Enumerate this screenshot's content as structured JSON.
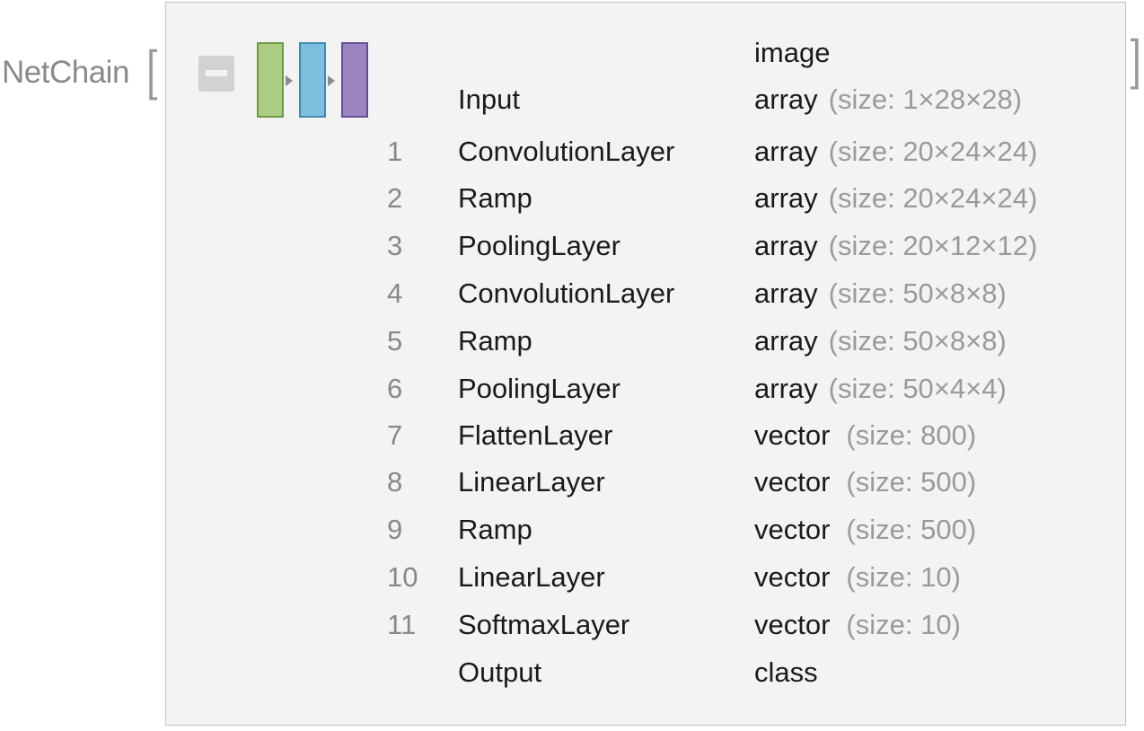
{
  "head": "NetChain",
  "open_bracket": "[",
  "close_bracket": "]",
  "colors": {
    "block1_fill": "#a9cd82",
    "block1_stroke": "#6f9a45",
    "block2_fill": "#7dbfdf",
    "block2_stroke": "#3f8ab0",
    "block3_fill": "#9a85c2",
    "block3_stroke": "#644f92",
    "arrow": "#8b8b8b"
  },
  "input": {
    "name": "Input",
    "type_top": "image",
    "type": "array",
    "size": "(size: 1×28×28)"
  },
  "layers": [
    {
      "index": "1",
      "name": "ConvolutionLayer",
      "type": "array",
      "size": "(size: 20×24×24)"
    },
    {
      "index": "2",
      "name": "Ramp",
      "type": "array",
      "size": "(size: 20×24×24)"
    },
    {
      "index": "3",
      "name": "PoolingLayer",
      "type": "array",
      "size": "(size: 20×12×12)"
    },
    {
      "index": "4",
      "name": "ConvolutionLayer",
      "type": "array",
      "size": "(size: 50×8×8)"
    },
    {
      "index": "5",
      "name": "Ramp",
      "type": "array",
      "size": "(size: 50×8×8)"
    },
    {
      "index": "6",
      "name": "PoolingLayer",
      "type": "array",
      "size": "(size: 50×4×4)"
    },
    {
      "index": "7",
      "name": "FlattenLayer",
      "type": "vector",
      "size": "(size: 800)"
    },
    {
      "index": "8",
      "name": "LinearLayer",
      "type": "vector",
      "size": "(size: 500)"
    },
    {
      "index": "9",
      "name": "Ramp",
      "type": "vector",
      "size": "(size: 500)"
    },
    {
      "index": "10",
      "name": "LinearLayer",
      "type": "vector",
      "size": "(size: 10)"
    },
    {
      "index": "11",
      "name": "SoftmaxLayer",
      "type": "vector",
      "size": "(size: 10)"
    }
  ],
  "output": {
    "name": "Output",
    "type": "class"
  }
}
